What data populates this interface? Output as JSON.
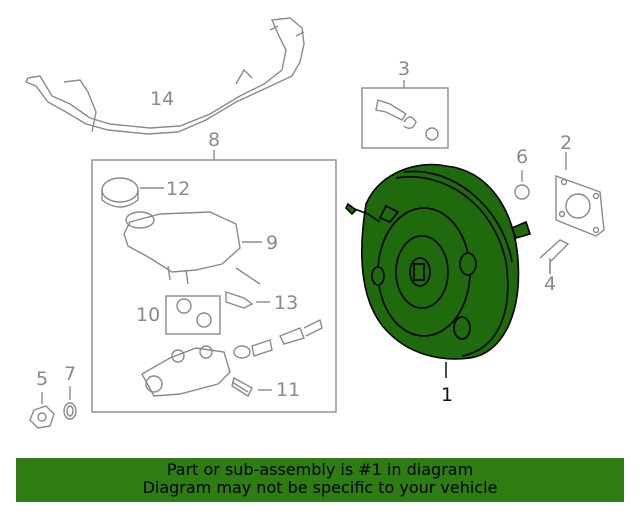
{
  "callouts": {
    "c1": "1",
    "c2": "2",
    "c3": "3",
    "c4": "4",
    "c5": "5",
    "c6": "6",
    "c7": "7",
    "c8": "8",
    "c9": "9",
    "c10": "10",
    "c11": "11",
    "c12": "12",
    "c13": "13",
    "c14": "14"
  },
  "banner": {
    "line1": "Part or sub-assembly is #1 in diagram",
    "line2": "Diagram may not be specific to your vehicle"
  },
  "colors": {
    "highlight": "#2e7d12",
    "booster_fill": "#1f6a0c",
    "line": "#8a8a8a"
  }
}
